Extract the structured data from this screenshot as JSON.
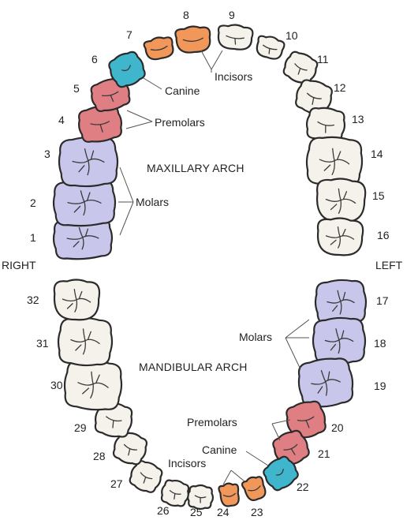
{
  "colors": {
    "molar": "#c8c6ea",
    "premolar": "#e07f83",
    "canine": "#3fb6cb",
    "incisor": "#f1975a",
    "plain": "#f4f2ea"
  },
  "sides": {
    "right": "RIGHT",
    "left": "LEFT"
  },
  "arches": {
    "maxillary": "MAXILLARY ARCH",
    "mandibular": "MANDIBULAR ARCH"
  },
  "labels": {
    "upper_incisors": "Incisors",
    "upper_canine": "Canine",
    "upper_premolars": "Premolars",
    "upper_molars": "Molars",
    "lower_molars": "Molars",
    "lower_premolars": "Premolars",
    "lower_canine": "Canine",
    "lower_incisors": "Incisors"
  },
  "teeth": [
    {
      "n": "1",
      "type": "molar"
    },
    {
      "n": "2",
      "type": "molar"
    },
    {
      "n": "3",
      "type": "molar"
    },
    {
      "n": "4",
      "type": "premolar"
    },
    {
      "n": "5",
      "type": "premolar"
    },
    {
      "n": "6",
      "type": "canine"
    },
    {
      "n": "7",
      "type": "incisor"
    },
    {
      "n": "8",
      "type": "incisor"
    },
    {
      "n": "9",
      "type": "plain"
    },
    {
      "n": "10",
      "type": "plain"
    },
    {
      "n": "11",
      "type": "plain"
    },
    {
      "n": "12",
      "type": "plain"
    },
    {
      "n": "13",
      "type": "plain"
    },
    {
      "n": "14",
      "type": "plain"
    },
    {
      "n": "15",
      "type": "plain"
    },
    {
      "n": "16",
      "type": "plain"
    },
    {
      "n": "17",
      "type": "molar"
    },
    {
      "n": "18",
      "type": "molar"
    },
    {
      "n": "19",
      "type": "molar"
    },
    {
      "n": "20",
      "type": "premolar"
    },
    {
      "n": "21",
      "type": "premolar"
    },
    {
      "n": "22",
      "type": "canine"
    },
    {
      "n": "23",
      "type": "incisor"
    },
    {
      "n": "24",
      "type": "incisor"
    },
    {
      "n": "25",
      "type": "plain"
    },
    {
      "n": "26",
      "type": "plain"
    },
    {
      "n": "27",
      "type": "plain"
    },
    {
      "n": "28",
      "type": "plain"
    },
    {
      "n": "29",
      "type": "plain"
    },
    {
      "n": "30",
      "type": "plain"
    },
    {
      "n": "31",
      "type": "plain"
    },
    {
      "n": "32",
      "type": "plain"
    }
  ]
}
